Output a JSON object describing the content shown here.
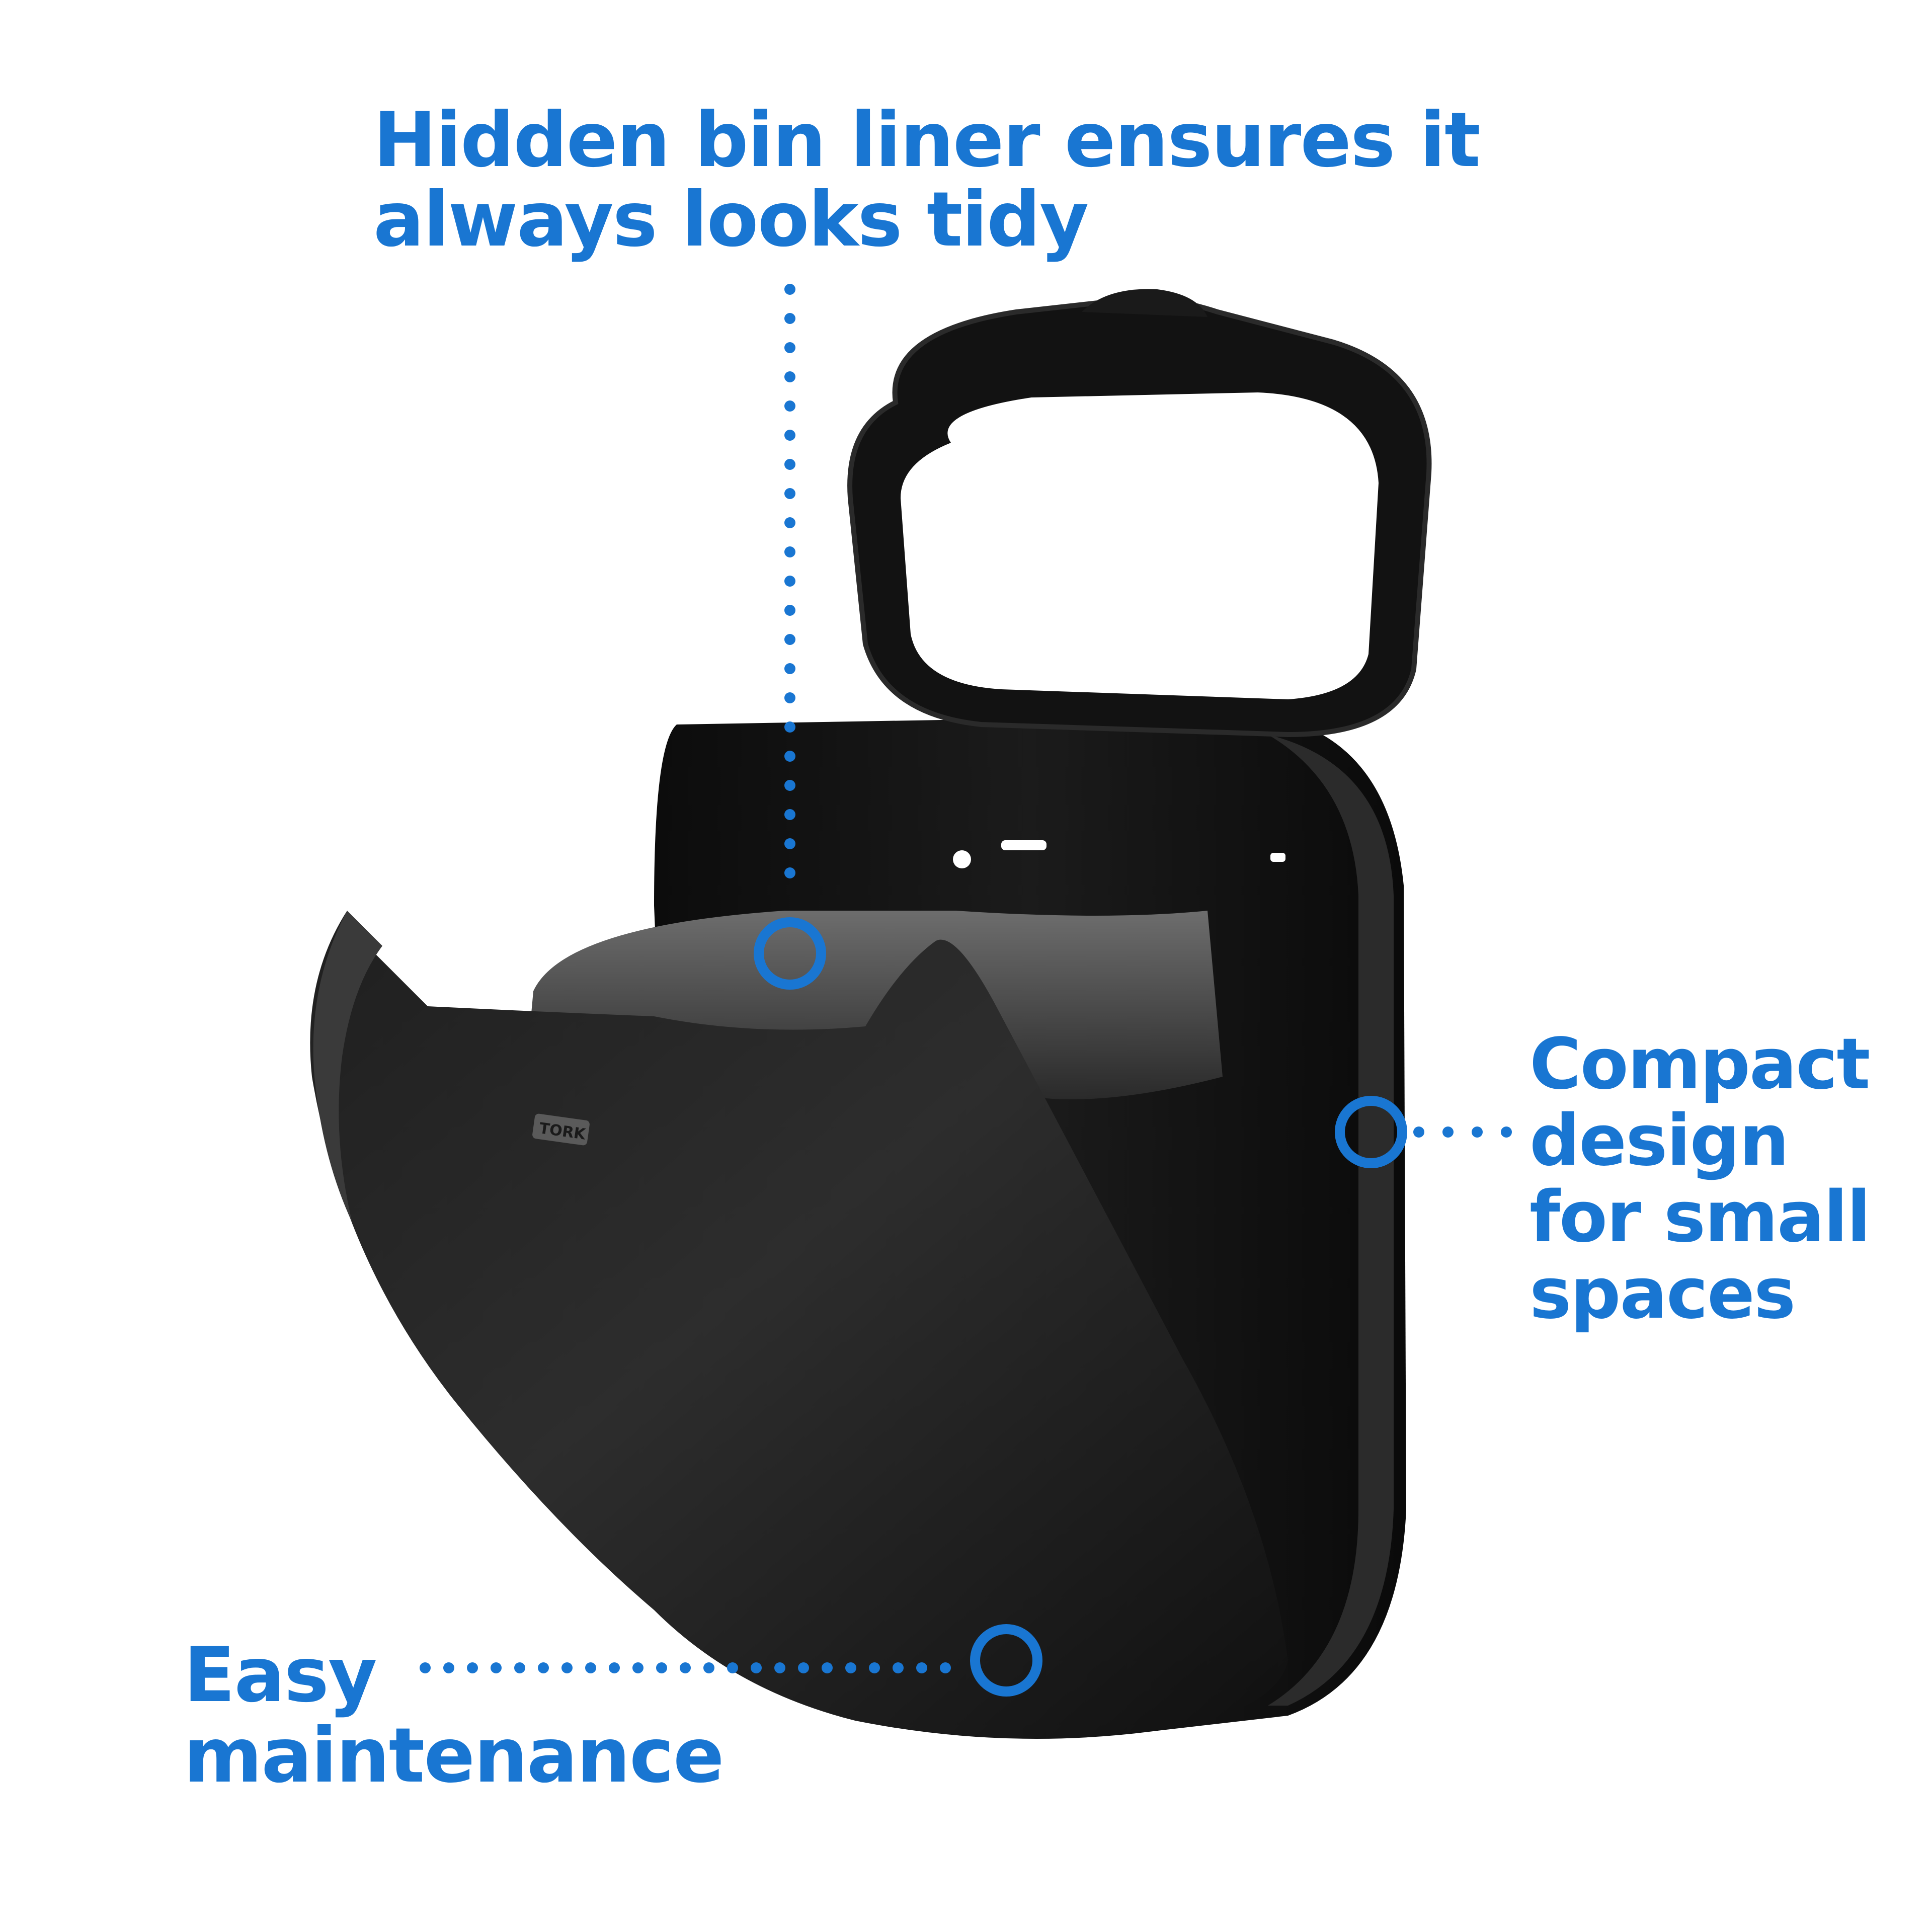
{
  "callouts": {
    "top": "Hidden bin liner ensures it\nalways looks tidy",
    "right": "Compact\ndesign\nfor small\nspaces",
    "bottom": "Easy\nmaintenance"
  },
  "product": {
    "logo_text": "TORK",
    "body_color": "#151515",
    "accent_color": "#1976d2"
  }
}
